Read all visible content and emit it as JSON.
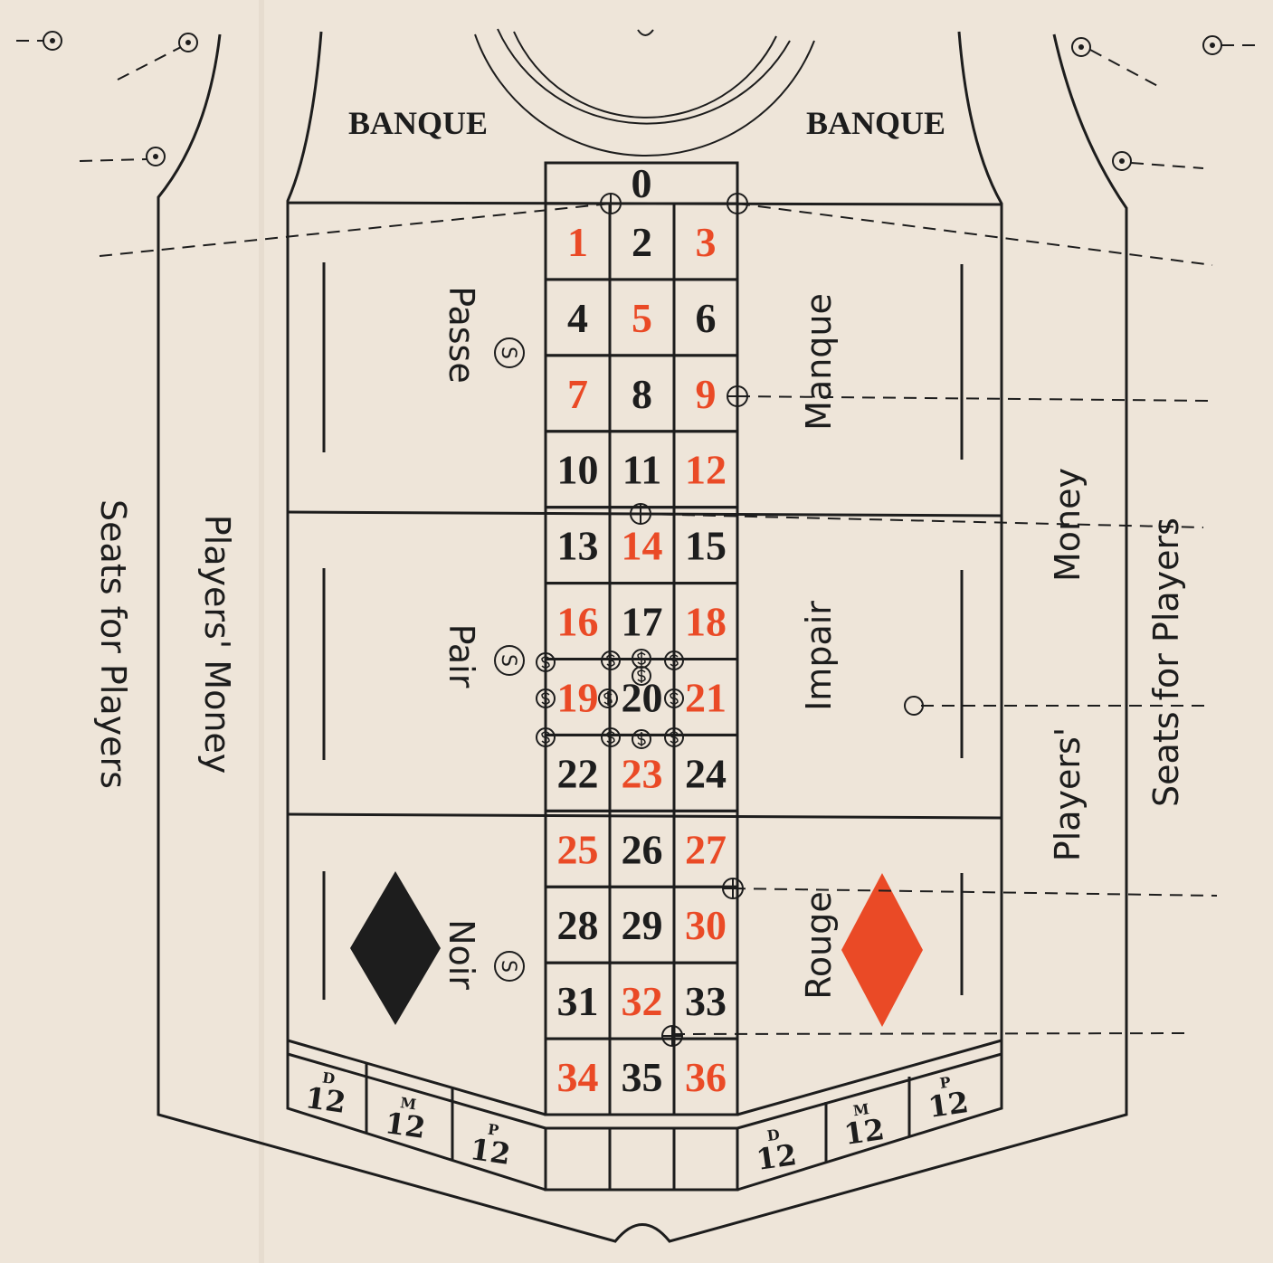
{
  "title_left": "BANQUE",
  "title_right": "BANQUE",
  "zero": "0",
  "numbers": [
    "1",
    "2",
    "3",
    "4",
    "5",
    "6",
    "7",
    "8",
    "9",
    "10",
    "11",
    "12",
    "13",
    "14",
    "15",
    "16",
    "17",
    "18",
    "19",
    "20",
    "21",
    "22",
    "23",
    "24",
    "25",
    "26",
    "27",
    "28",
    "29",
    "30",
    "31",
    "32",
    "33",
    "34",
    "35",
    "36"
  ],
  "red_numbers": [
    "1",
    "3",
    "5",
    "7",
    "9",
    "12",
    "14",
    "16",
    "18",
    "19",
    "21",
    "23",
    "25",
    "27",
    "30",
    "32",
    "34",
    "36"
  ],
  "left_bets": [
    "Passe",
    "Pair",
    "Noir"
  ],
  "right_bets": [
    "Manque",
    "Impair",
    "Rouge"
  ],
  "chip_symbol": "S",
  "dozens_left": [
    {
      "letter": "D",
      "value": "12"
    },
    {
      "letter": "M",
      "value": "12"
    },
    {
      "letter": "P",
      "value": "12"
    }
  ],
  "dozens_right": [
    {
      "letter": "D",
      "value": "12"
    },
    {
      "letter": "M",
      "value": "12"
    },
    {
      "letter": "P",
      "value": "12"
    }
  ],
  "left_margin": {
    "outer": "Seats for Players",
    "inner": "Players' Money"
  },
  "right_margin": {
    "money_top": "Money",
    "money_bottom": "Players'",
    "outer": "Seats for Players"
  },
  "colors": {
    "paper": "#eee5d9",
    "ink": "#1d1d1d",
    "red": "#ea4a26"
  }
}
